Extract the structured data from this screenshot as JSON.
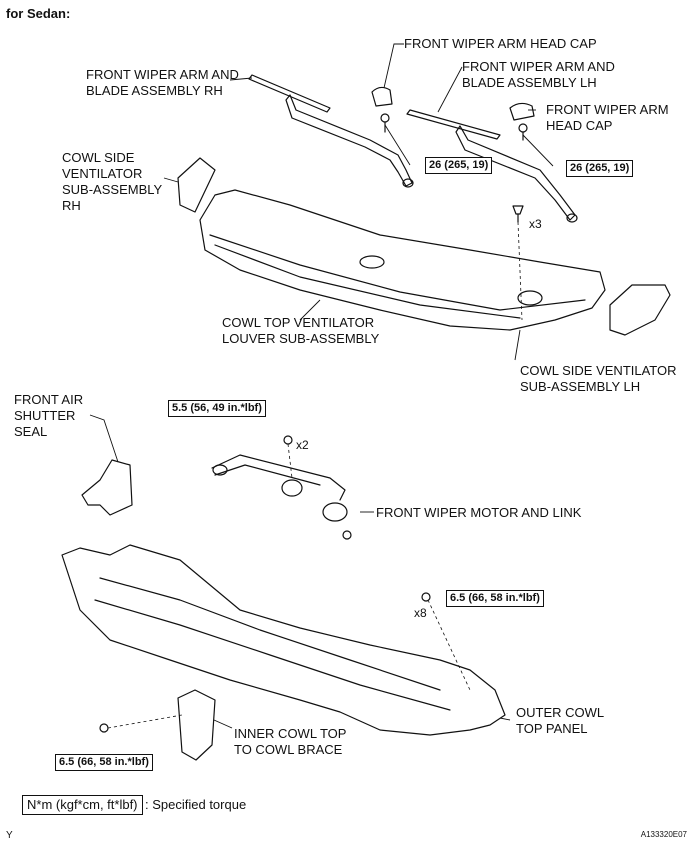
{
  "header": {
    "title": "for Sedan:"
  },
  "labels": {
    "head_cap_top": "FRONT WIPER ARM HEAD CAP",
    "arm_rh_1": "FRONT WIPER ARM AND",
    "arm_rh_2": "BLADE ASSEMBLY RH",
    "arm_lh_1": "FRONT WIPER ARM AND",
    "arm_lh_2": "BLADE ASSEMBLY LH",
    "head_cap_right_1": "FRONT WIPER ARM",
    "head_cap_right_2": "HEAD CAP",
    "cowl_side_rh_1": "COWL SIDE",
    "cowl_side_rh_2": "VENTILATOR",
    "cowl_side_rh_3": "SUB-ASSEMBLY",
    "cowl_side_rh_4": "RH",
    "louver_1": "COWL TOP VENTILATOR",
    "louver_2": "LOUVER SUB-ASSEMBLY",
    "cowl_side_lh_1": "COWL SIDE VENTILATOR",
    "cowl_side_lh_2": "SUB-ASSEMBLY LH",
    "shutter_1": "FRONT AIR",
    "shutter_2": "SHUTTER",
    "shutter_3": "SEAL",
    "motor": "FRONT WIPER MOTOR AND LINK",
    "outer_cowl_1": "OUTER COWL",
    "outer_cowl_2": "TOP PANEL",
    "inner_cowl_1": "INNER COWL TOP",
    "inner_cowl_2": "TO COWL BRACE"
  },
  "torques": {
    "arm_rh": "26 (265, 19)",
    "arm_lh": "26 (265, 19)",
    "motor": "5.5 (56, 49 in.*lbf)",
    "outer_panel": "6.5 (66, 58 in.*lbf)",
    "inner_brace": "6.5 (66, 58 in.*lbf)"
  },
  "quantities": {
    "clip": "x3",
    "motor_bolt": "x2",
    "panel_bolt": "x8"
  },
  "legend": {
    "unit": "N*m (kgf*cm, ft*lbf)",
    "text": ": Specified torque"
  },
  "footer": {
    "left": "Y",
    "right": "A133320E07"
  }
}
